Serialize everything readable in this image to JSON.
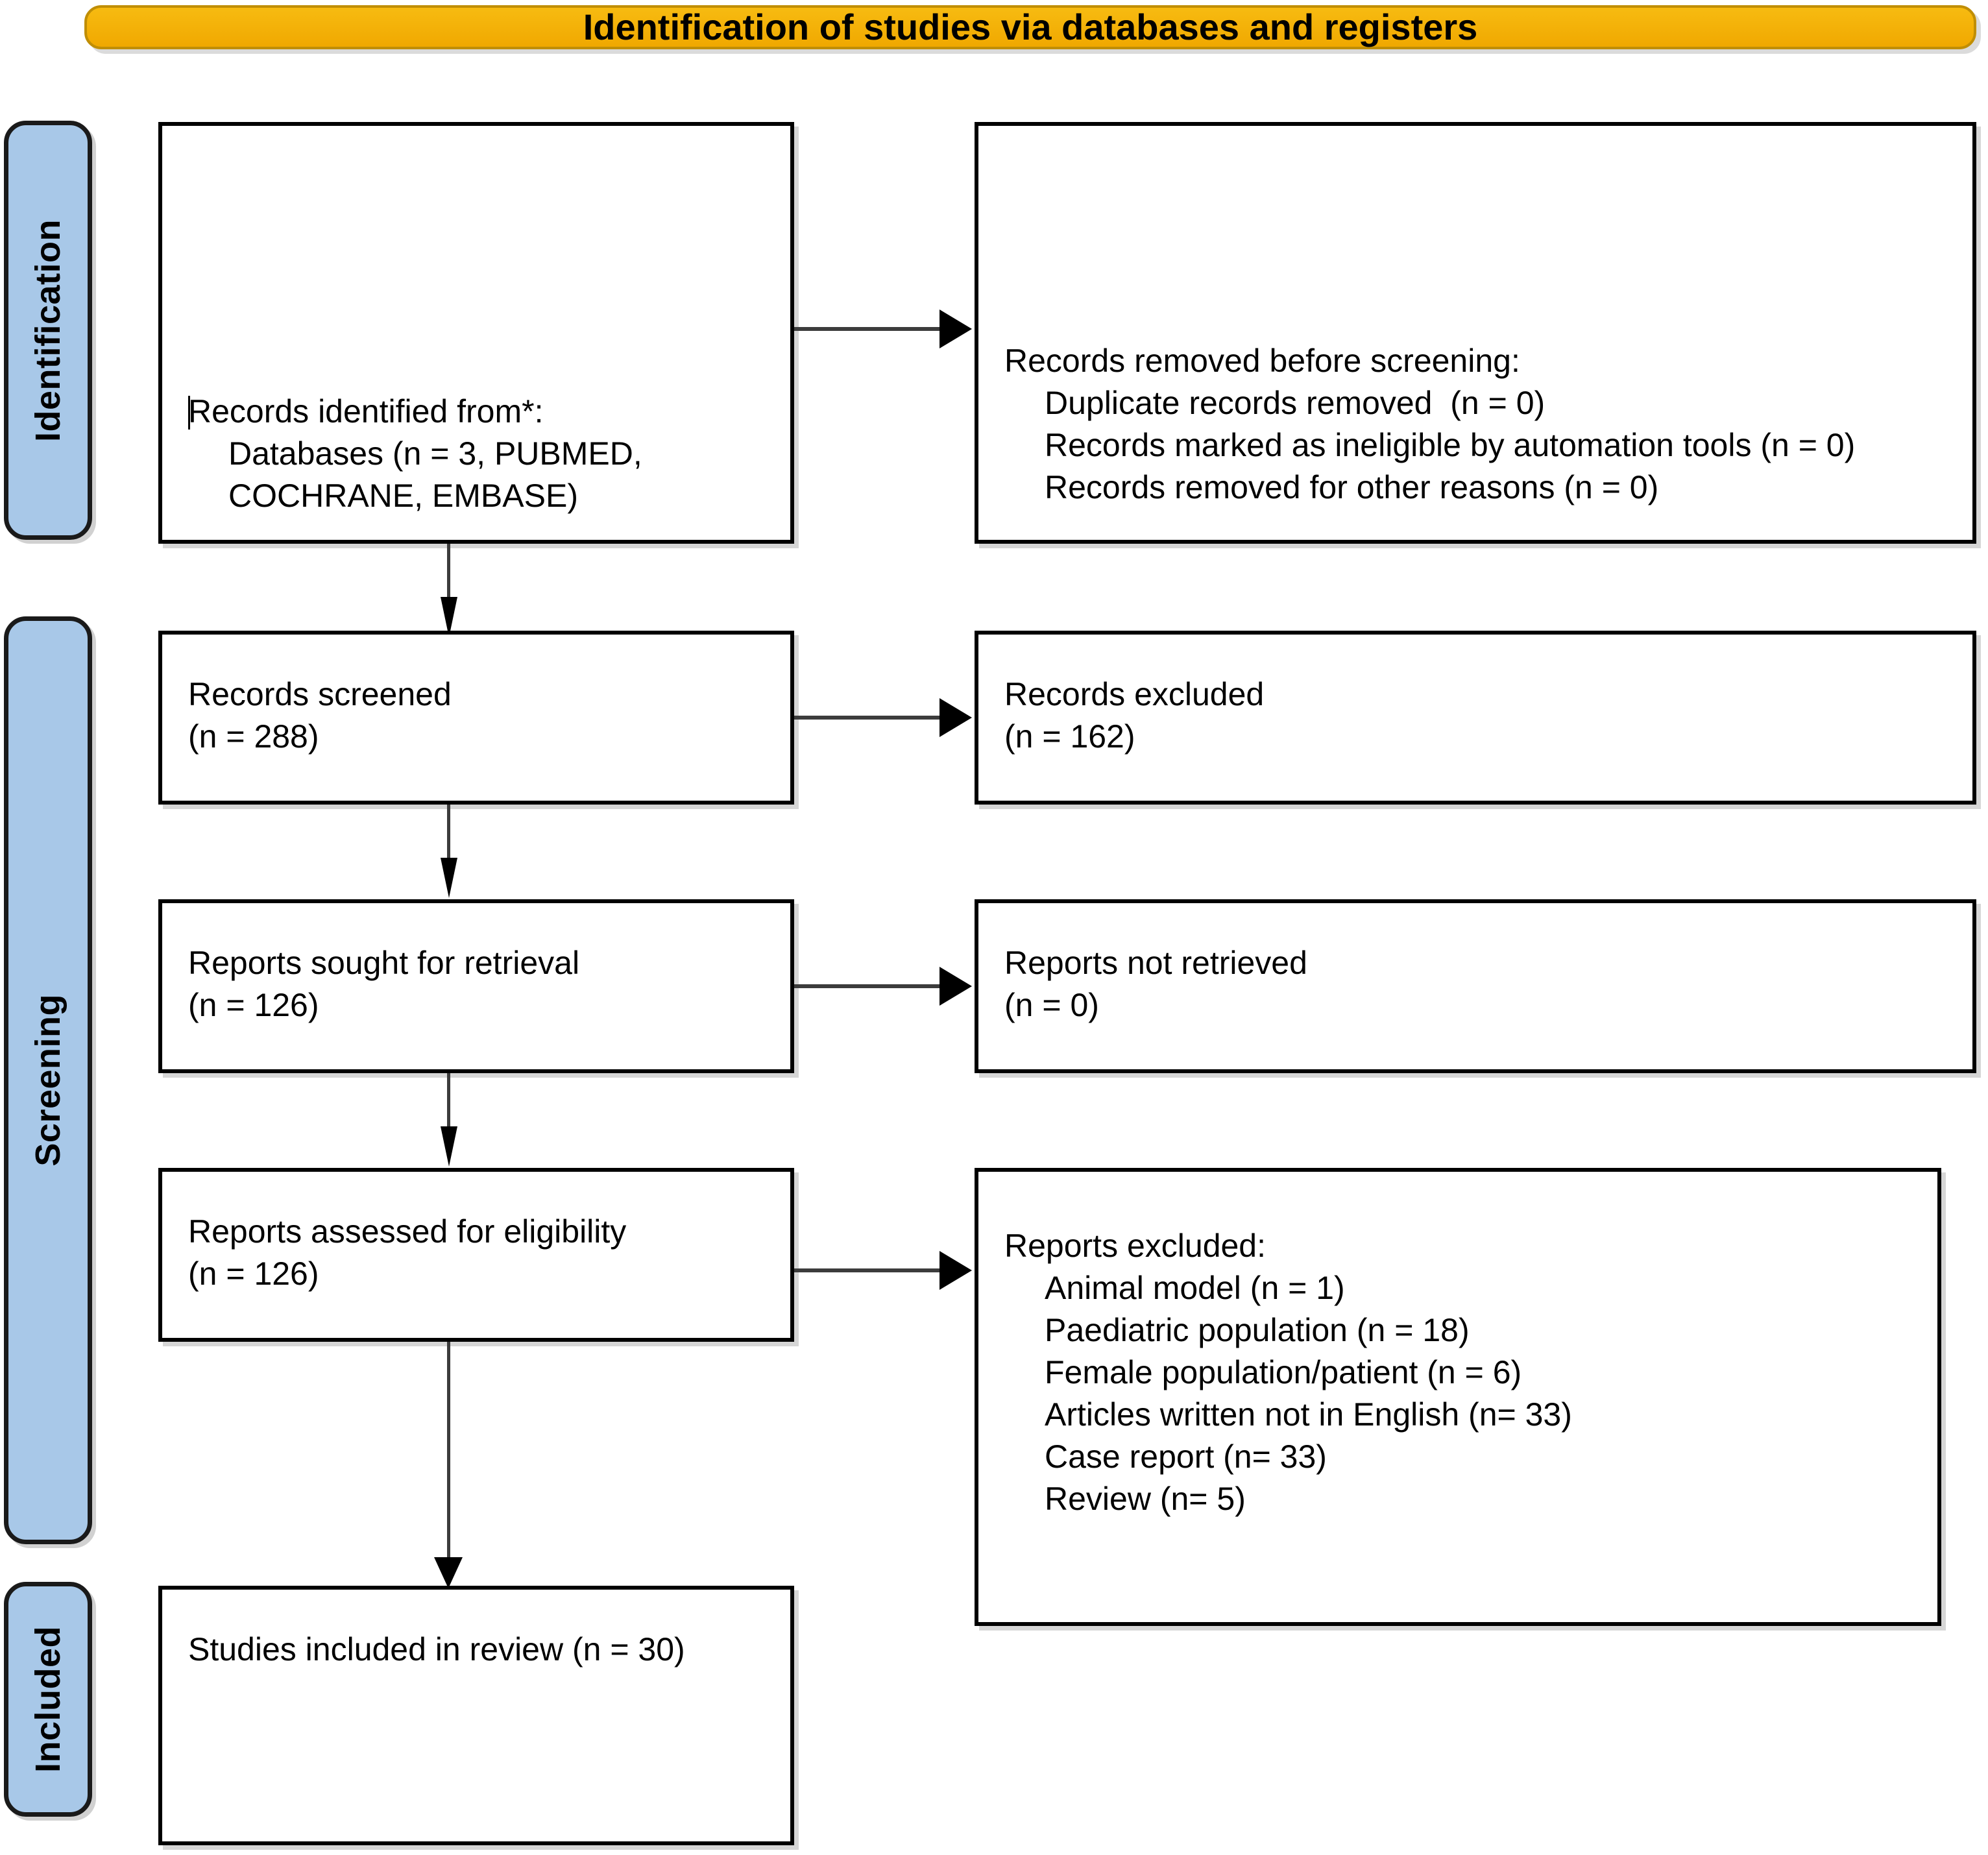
{
  "banner": {
    "title": "Identification of studies via databases and registers"
  },
  "phases": [
    {
      "label": "Identification"
    },
    {
      "label": "Screening"
    },
    {
      "label": "Included"
    }
  ],
  "boxes": {
    "records_identified": {
      "line1": "Records identified from*:",
      "line2": "Databases (n = 3, PUBMED, COCHRANE, EMBASE)"
    },
    "records_removed": {
      "heading_prefix": "Records removed ",
      "heading_italic": "before screening",
      "heading_suffix": ":",
      "item1": "Duplicate records removed  (n = 0)",
      "item2": "Records marked as ineligible by automation tools (n = 0)",
      "item3": "Records removed for other reasons (n = 0)"
    },
    "records_screened": {
      "line1": "Records screened",
      "line2": "(n = 288)"
    },
    "records_excluded": {
      "line1": "Records excluded",
      "line2": "(n = 162)"
    },
    "reports_sought": {
      "line1": "Reports sought for retrieval",
      "line2": "(n = 126)"
    },
    "reports_not_retrieved": {
      "line1": "Reports not retrieved",
      "line2": "(n = 0)"
    },
    "reports_assessed": {
      "line1": "Reports assessed for eligibility",
      "line2": "(n = 126)"
    },
    "reports_excluded": {
      "heading": "Reports excluded:",
      "item1": "Animal model (n = 1)",
      "item2": "Paediatric population (n = 18)",
      "item3": "Female population/patient (n = 6)",
      "item4": "Articles written not in English (n= 33)",
      "item5": "Case report (n= 33)",
      "item6": "Review (n= 5)"
    },
    "studies_included": {
      "line1": "Studies included in review (n = 30)"
    }
  },
  "colors": {
    "banner_fill": "#f5b40a",
    "phase_fill": "#a8c8e8",
    "border": "#000000",
    "connector": "#3c3c3c"
  }
}
